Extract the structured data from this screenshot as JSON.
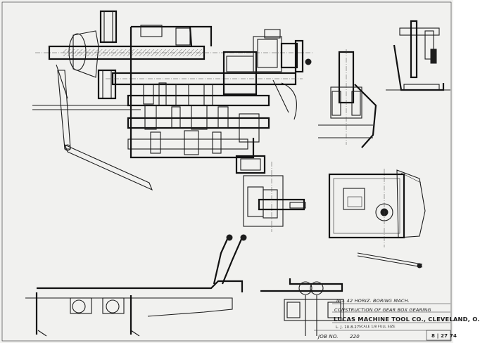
{
  "title_block": {
    "line1": "NO. 42 HORIZ. BORING MACH.",
    "line2": "CONSTRUCTION OF GEAR BOX GEARING",
    "line3": "LUCAS MACHINE TOOL CO., CLEVELAND, O.",
    "drawn": "L. J. 10.8.27",
    "scale": "SCALE 1/8 FULL SIZE",
    "job_label": "JOB NO.",
    "job_number": "220",
    "sheet_number": "8 | 27 74"
  },
  "views": [
    "gear-box-section",
    "upper-right-detail",
    "shaft-bearing-detail",
    "side-elevation",
    "lower-left-plan",
    "lower-middle-section"
  ]
}
